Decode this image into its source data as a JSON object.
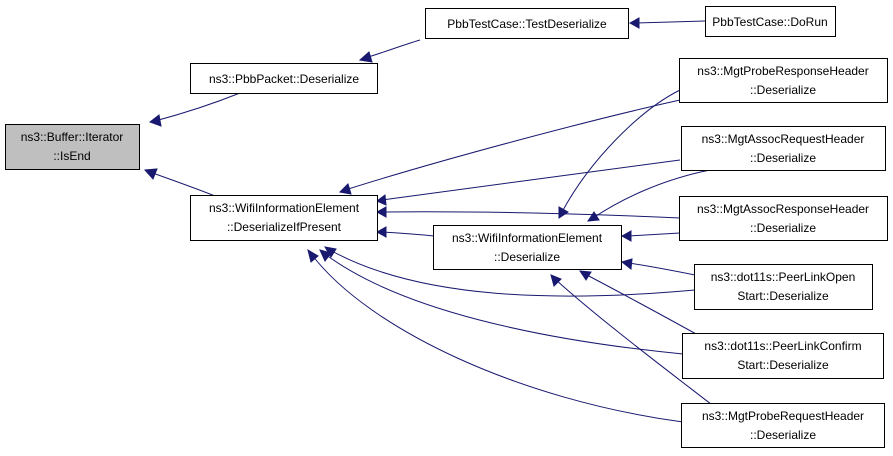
{
  "colors": {
    "edge": "#191970",
    "root_fill": "#bfbfbf",
    "node_fill": "#ffffff",
    "border": "#000000"
  },
  "nodes": {
    "isend": [
      "ns3::Buffer::Iterator",
      "::IsEnd"
    ],
    "pbbpacket": [
      "ns3::PbbPacket::Deserialize"
    ],
    "testdes": [
      "PbbTestCase::TestDeserialize"
    ],
    "dorun": [
      "PbbTestCase::DoRun"
    ],
    "wieif": [
      "ns3::WifiInformationElement",
      "::DeserializeIfPresent"
    ],
    "wiedes": [
      "ns3::WifiInformationElement",
      "::Deserialize"
    ],
    "mprobresp": [
      "ns3::MgtProbeResponseHeader",
      "::Deserialize"
    ],
    "massocreq": [
      "ns3::MgtAssocRequestHeader",
      "::Deserialize"
    ],
    "massocresp": [
      "ns3::MgtAssocResponseHeader",
      "::Deserialize"
    ],
    "plopen": [
      "ns3::dot11s::PeerLinkOpen",
      "Start::Deserialize"
    ],
    "plconfirm": [
      "ns3::dot11s::PeerLinkConfirm",
      "Start::Deserialize"
    ],
    "mprobreq": [
      "ns3::MgtProbeRequestHeader",
      "::Deserialize"
    ]
  }
}
